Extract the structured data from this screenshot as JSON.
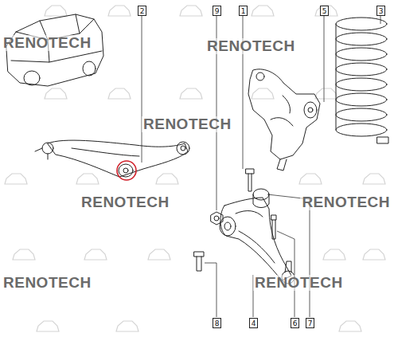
{
  "diagram": {
    "nodes": [
      {
        "text": [
          "2"
        ]
      },
      {
        "text": [
          "9"
        ]
      },
      {
        "text": [
          "1"
        ]
      },
      {
        "text": [
          "5"
        ]
      },
      {
        "text": [
          "3"
        ]
      },
      {
        "text": [
          "8"
        ]
      },
      {
        "text": [
          "4"
        ]
      },
      {
        "text": [
          "6"
        ]
      },
      {
        "text": [
          "7"
        ]
      }
    ],
    "labels": [
      "RENOTECH",
      "RENOTECH",
      "RENOTECH",
      "RENOTECH",
      "RENOTECH",
      "RENOTECH",
      "RENOTECH"
    ]
  }
}
